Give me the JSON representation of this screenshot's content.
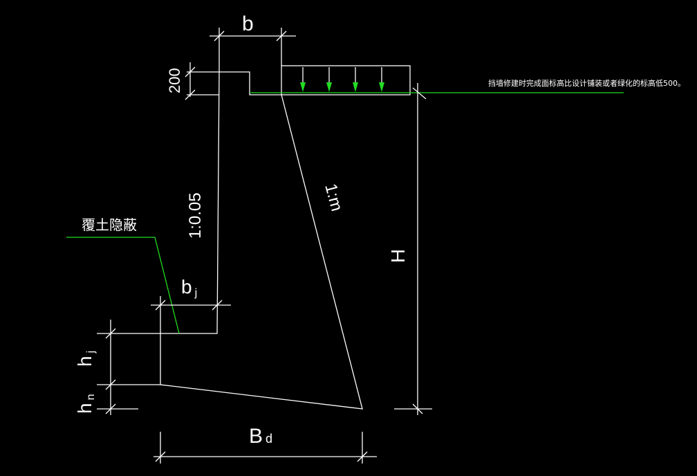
{
  "colors": {
    "background": "#000000",
    "lines": "#ffffff",
    "ground_line": "#22dd22",
    "load_arrows": "#22dd22"
  },
  "labels": {
    "b": "b",
    "dim_200": "200",
    "slope_front": "1:0.05",
    "slope_back": "1:m",
    "bj_main": "b",
    "bj_sub": "j",
    "hj_main": "h",
    "hj_sub": "j",
    "hn_main": "h",
    "hn_sub": "n",
    "Bd_main": "B",
    "Bd_sub": "d",
    "H": "H",
    "cover_soil": "覆土隐蔽",
    "note": "挡墙修建时完成面标高比设计铺装或者绿化的标高低500。"
  },
  "load": {
    "arrow_count": 4
  }
}
